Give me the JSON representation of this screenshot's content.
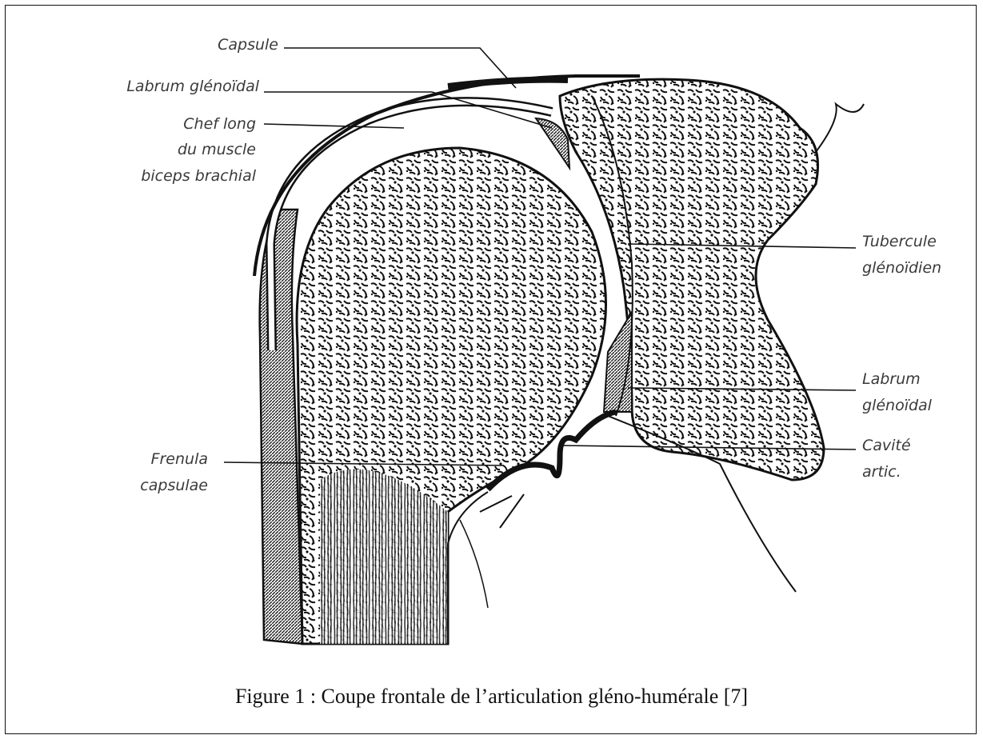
{
  "figure": {
    "caption": "Figure 1 : Coupe frontale de l’articulation gléno-humérale [7]",
    "labels": {
      "capsule": "Capsule",
      "labrum_top": "Labrum glénoïdal",
      "chef_long_1": "Chef long",
      "chef_long_2": "du muscle",
      "chef_long_3": "biceps brachial",
      "tubercule_1": "Tubercule",
      "tubercule_2": "glénoïdien",
      "labrum_right_1": "Labrum",
      "labrum_right_2": "glénoïdal",
      "cavite_1": "Cavité",
      "cavite_2": "artic.",
      "frenula_1": "Frenula",
      "frenula_2": "capsulae"
    }
  }
}
